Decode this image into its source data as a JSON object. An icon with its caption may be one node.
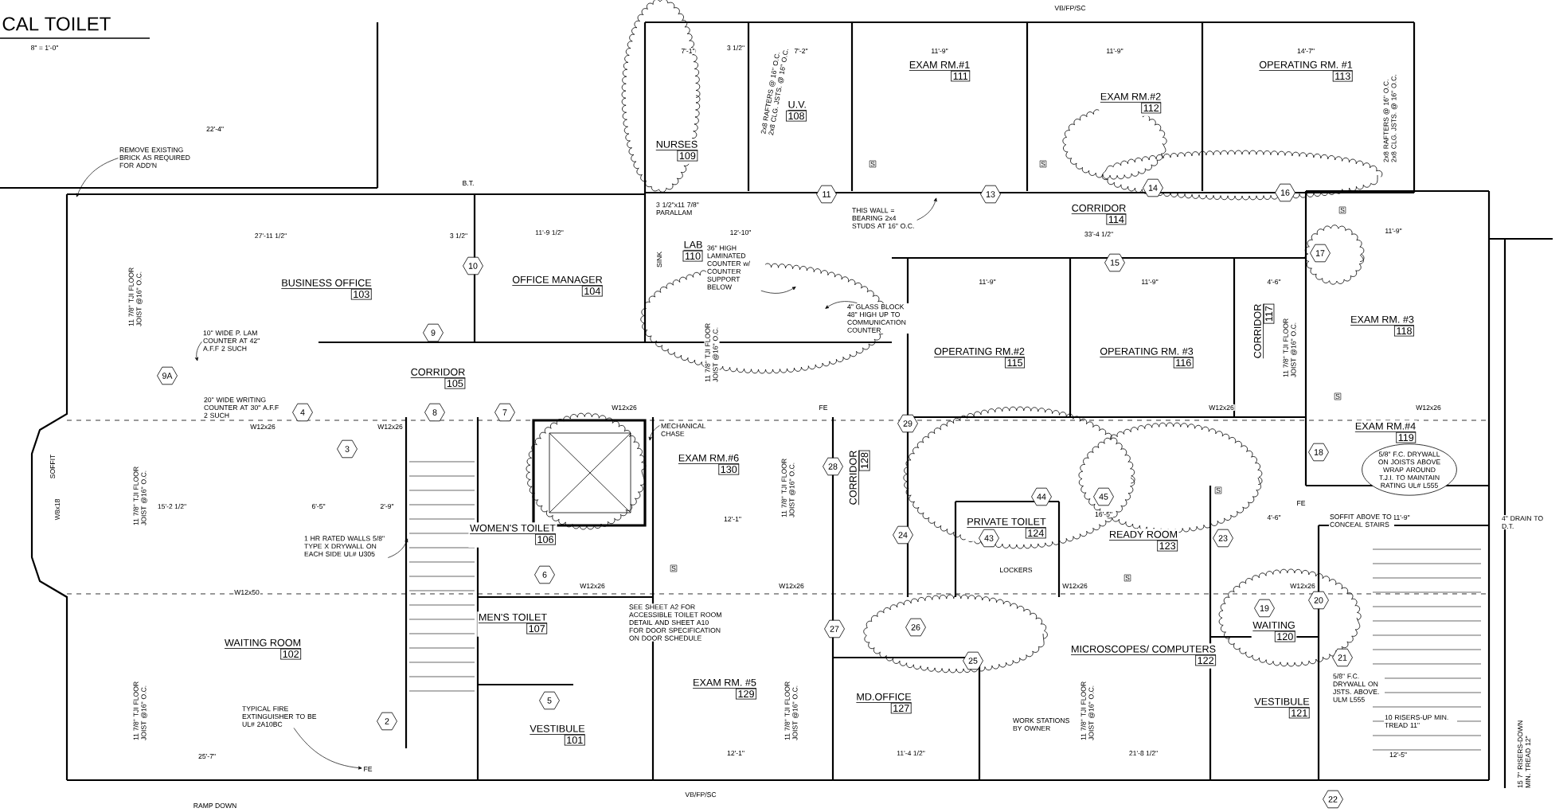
{
  "diagram": {
    "title": "CAL TOILET",
    "nodes": [
      {
        "text": [
          "NURSES",
          "109"
        ]
      },
      {
        "text": [
          "U.V.",
          "108"
        ]
      },
      {
        "text": [
          "EXAM RM.#1",
          "111"
        ]
      },
      {
        "text": [
          "EXAM RM.#2",
          "112"
        ]
      },
      {
        "text": [
          "OPERATING RM. #1",
          "113"
        ]
      },
      {
        "text": [
          "CORRIDOR",
          "114"
        ]
      },
      {
        "text": [
          "BUSINESS OFFICE",
          "103"
        ]
      },
      {
        "text": [
          "OFFICE MANAGER",
          "104"
        ]
      },
      {
        "text": [
          "LAB",
          "110"
        ]
      },
      {
        "text": [
          "OPERATING RM.#2",
          "115"
        ]
      },
      {
        "text": [
          "OPERATING RM. #3",
          "116"
        ]
      },
      {
        "text": [
          "CORRIDOR",
          "117"
        ]
      },
      {
        "text": [
          "EXAM RM. #3",
          "118"
        ]
      },
      {
        "text": [
          "CORRIDOR",
          "105"
        ]
      },
      {
        "text": [
          "EXAM RM.#4",
          "119"
        ]
      },
      {
        "text": [
          "EXAM RM.#6",
          "130"
        ]
      },
      {
        "text": [
          "CORRIDOR",
          "128"
        ]
      },
      {
        "text": [
          "WOMEN'S TOILET",
          "106"
        ]
      },
      {
        "text": [
          "PRIVATE TOILET",
          "124"
        ]
      },
      {
        "text": [
          "READY ROOM",
          "123"
        ]
      },
      {
        "text": [
          "MEN'S TOILET",
          "107"
        ]
      },
      {
        "text": [
          "WAITING ROOM",
          "102"
        ]
      },
      {
        "text": [
          "WAITING",
          "120"
        ]
      },
      {
        "text": [
          "MICROSCOPES/ COMPUTERS",
          "122"
        ]
      },
      {
        "text": [
          "EXAM RM. #5",
          "129"
        ]
      },
      {
        "text": [
          "MD.OFFICE",
          "127"
        ]
      },
      {
        "text": [
          "VESTIBULE",
          "101"
        ]
      },
      {
        "text": [
          "VESTIBULE",
          "121"
        ]
      },
      {
        "text": [
          "2"
        ]
      },
      {
        "text": [
          "3"
        ]
      },
      {
        "text": [
          "4"
        ]
      },
      {
        "text": [
          "5"
        ]
      },
      {
        "text": [
          "6"
        ]
      },
      {
        "text": [
          "7"
        ]
      },
      {
        "text": [
          "8"
        ]
      },
      {
        "text": [
          "9"
        ]
      },
      {
        "text": [
          "9A"
        ]
      },
      {
        "text": [
          "10"
        ]
      },
      {
        "text": [
          "11"
        ]
      },
      {
        "text": [
          "13"
        ]
      },
      {
        "text": [
          "14"
        ]
      },
      {
        "text": [
          "15"
        ]
      },
      {
        "text": [
          "16"
        ]
      },
      {
        "text": [
          "17"
        ]
      },
      {
        "text": [
          "18"
        ]
      },
      {
        "text": [
          "19"
        ]
      },
      {
        "text": [
          "20"
        ]
      },
      {
        "text": [
          "21"
        ]
      },
      {
        "text": [
          "22"
        ]
      },
      {
        "text": [
          "23"
        ]
      },
      {
        "text": [
          "24"
        ]
      },
      {
        "text": [
          "25"
        ]
      },
      {
        "text": [
          "26"
        ]
      },
      {
        "text": [
          "27"
        ]
      },
      {
        "text": [
          "28"
        ]
      },
      {
        "text": [
          "29"
        ]
      },
      {
        "text": [
          "43"
        ]
      },
      {
        "text": [
          "44"
        ]
      },
      {
        "text": [
          "45"
        ]
      },
      {
        "text": [
          "REMOVE EXISTING BRICK AS REQUIRED FOR ADD'N"
        ]
      },
      {
        "text": [
          "10\" WIDE P. LAM COUNTER AT 42\" A.F.F 2 SUCH"
        ]
      },
      {
        "text": [
          "MECHANICAL CHASE"
        ]
      },
      {
        "text": [
          "1 HR RATED WALLS 5/8\" TYPE X DRYWALL ON EACH SIDE UL# U305"
        ]
      },
      {
        "text": [
          "TYPICAL FIRE EXTINGUISHER TO BE UL# 2A10BC"
        ]
      },
      {
        "text": [
          "THIS WALL = BEARING 2x4 STUDS AT 16\" O.C."
        ]
      },
      {
        "text": [
          "36\" HIGH LAMINATED COUNTER w/ COUNTER SUPPORT BELOW"
        ]
      },
      {
        "text": [
          "4\" GLASS BLOCK 48\" HIGH UP TO COMMUNICATION COUNTER"
        ]
      },
      {
        "text": [
          "5/8\" F.C. DRYWALL ON JOISTS ABOVE WRAP AROUND T.J.I. TO MAINTAIN RATING UL# L555"
        ]
      },
      {
        "text": [
          "FE"
        ]
      }
    ],
    "edges": [
      {
        "from": 59,
        "to": null,
        "arrow": "to"
      },
      {
        "from": 60,
        "to": null,
        "arrow": "to"
      },
      {
        "from": 61,
        "to": null,
        "arrow": "to"
      },
      {
        "from": 62,
        "to": null,
        "arrow": "to"
      },
      {
        "from": 63,
        "to": 68,
        "arrow": "to"
      },
      {
        "from": 64,
        "to": null,
        "arrow": "to"
      },
      {
        "from": 65,
        "to": null,
        "arrow": "to"
      },
      {
        "from": 66,
        "to": null,
        "arrow": "to"
      }
    ],
    "labels": [
      "8\" = 1'-0\"",
      "22'-4\"",
      "B.T.",
      "27'-11 1/2\"",
      "3 1/2\"",
      "11'-9 1/2\"",
      "7'-1\"",
      "3 1/2\"",
      "7'-2\"",
      "11'-9\"",
      "11'-9\"",
      "14'-7\"",
      "12'-10\"",
      "11'-9\"",
      "11'-9\"",
      "33'-4 1/2\"",
      "11'-9\"",
      "4'-6\"",
      "15'-2 1/2\"",
      "6'-5\"",
      "2'-9\"",
      "25'-7\"",
      "12'-1\"",
      "12'-1\"",
      "11'-4 1/2\"",
      "21'-8 1/2\"",
      "16'-5\"",
      "4'-6\"",
      "11'-9\"",
      "12'-5\"",
      "W12x26",
      "W12x26",
      "W12x50",
      "W8x18",
      "SOFFIT",
      "W12x26",
      "W12x26",
      "W12x26",
      "W12x26",
      "W12x26",
      "W12x26",
      "W12x26",
      "11 7/8\" TJI FLOOR JOIST @16\" O.C.",
      "11 7/8\" TJI FLOOR JOIST @16\" O.C.",
      "11 7/8\" TJI FLOOR JOIST @16\" O.C.",
      "11 7/8\" TJI FLOOR JOIST @16\" O.C.",
      "11 7/8\" TJI FLOOR JOIST @16\" O.C.",
      "11 7/8\" TJI FLOOR JOIST @16\" O.C.",
      "11 7/8\" TJI FLOOR JOIST @16\" O.C.",
      "11 7/8\" TJI FLOOR JOIST @16\" O.C.",
      "2x8 RAFTERS @ 16\" O.C. 2x8 CLG. JSTS. @ 16\" O.C.",
      "2x8 RAFTERS @ 16\" O.C. 2x8 CLG. JSTS. @ 16\" O.C.",
      "3 1/2\"x11 7/8\" PARALLAM",
      "LOCKERS",
      "WORK STATIONS BY OWNER",
      "SOFFIT ABOVE TO CONCEAL STAIRS",
      "10 RISERS-UP MIN. TREAD 11\"",
      "15 7\" RISERS-DOWN MIN. TREAD 12\"",
      "4\" DRAIN TO D.T.",
      "FE",
      "FE",
      "VB/FP/SC",
      "VB/FP/SC",
      "RAMP DOWN",
      "S",
      "S",
      "S",
      "S",
      "S",
      "S",
      "S",
      "20\" WIDE WRITING COUNTER AT 30\" A.F.F 2 SUCH",
      "SEE SHEET A2 FOR ACCESSIBLE TOILET ROOM DETAIL AND SHEET A10 FOR DOOR SPECIFICATION ON DOOR SCHEDULE",
      "5/8\" F.C. DRYWALL ON JSTS. ABOVE. ULM L555",
      "SINK"
    ]
  }
}
